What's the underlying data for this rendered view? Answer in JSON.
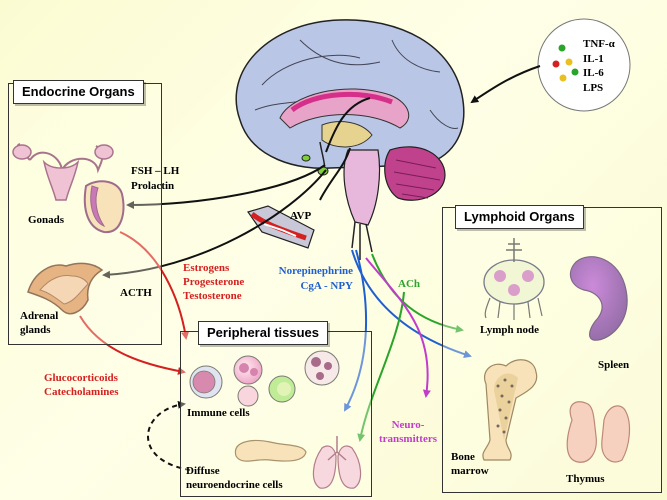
{
  "boxes": {
    "endocrine_title": "Endocrine Organs",
    "lymphoid_title": "Lymphoid Organs",
    "peripheral_title": "Peripheral tissues"
  },
  "cytokines": [
    "TNF-α",
    "IL-1",
    "IL-6",
    "LPS"
  ],
  "labels": {
    "fsh_lh": "FSH – LH",
    "prolactin": "Prolactin",
    "gonads": "Gonads",
    "acth": "ACTH",
    "adrenal_1": "Adrenal",
    "adrenal_2": "glands",
    "avp": "AVP",
    "estrogens": "Estrogens",
    "progesterone": "Progesterone",
    "testosterone": "Testosterone",
    "norepinephrine": "Norepinephrine",
    "cga_npy": "CgA - NPY",
    "ach": "ACh",
    "glucocorticoids": "Glucocorticoids",
    "catecholamines": "Catecholamines",
    "immune_cells": "Immune cells",
    "diffuse": "Diffuse",
    "neuroendocrine": "neuroendocrine cells",
    "neuro_1": "Neuro-",
    "neuro_2": "transmitters",
    "lymph_node": "Lymph node",
    "spleen": "Spleen",
    "bone": "Bone",
    "marrow": "marrow",
    "thymus": "Thymus"
  },
  "colors": {
    "black": "#111111",
    "red": "#d52020",
    "blue": "#1f5fd0",
    "green": "#2aa42a",
    "magenta": "#c23ccc",
    "brain": "#b9c6e6",
    "cerebellum": "#c0428d",
    "brainstem": "#e8b8dc"
  }
}
